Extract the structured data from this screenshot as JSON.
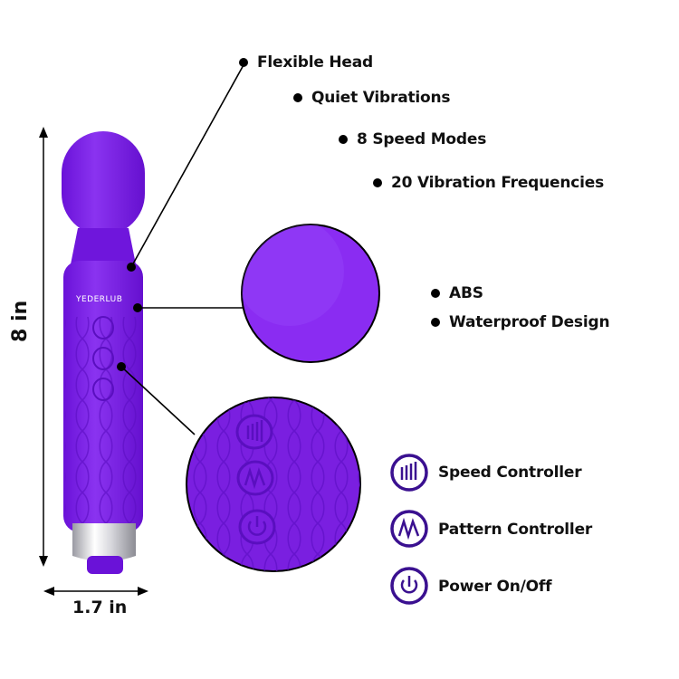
{
  "product": {
    "brand": "YEDERLUB",
    "body_color": "#7a1fe0",
    "accent_color": "#5b10b8"
  },
  "features_top": [
    {
      "label": "Flexible Head"
    },
    {
      "label": "Quiet Vibrations"
    },
    {
      "label": "8 Speed Modes"
    },
    {
      "label": "20 Vibration Frequencies"
    }
  ],
  "features_material": [
    {
      "label": "ABS"
    },
    {
      "label": "Waterproof Design"
    }
  ],
  "dimensions": {
    "height": "8 in",
    "width": "1.7 in"
  },
  "legend": [
    {
      "icon": "speed-controller-icon",
      "label": "Speed Controller"
    },
    {
      "icon": "pattern-controller-icon",
      "label": "Pattern Controller"
    },
    {
      "icon": "power-icon",
      "label": "Power On/Off"
    }
  ]
}
